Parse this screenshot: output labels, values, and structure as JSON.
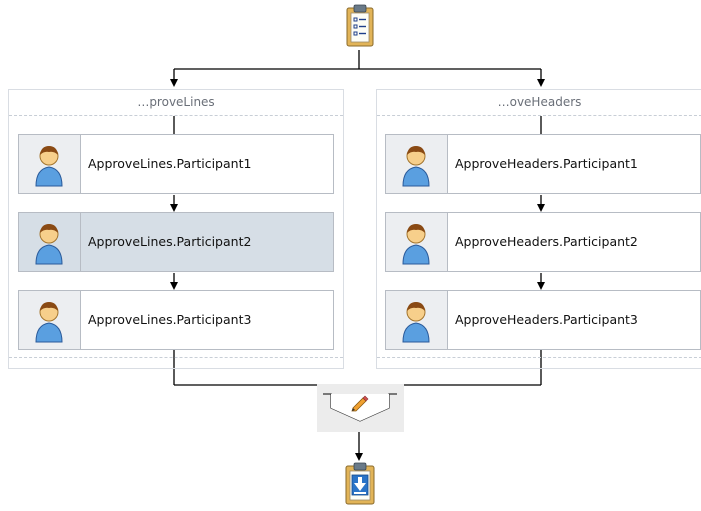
{
  "lanes": [
    {
      "header": "…proveLines",
      "participants": [
        {
          "label": "ApproveLines.Participant1",
          "selected": false
        },
        {
          "label": "ApproveLines.Participant2",
          "selected": true
        },
        {
          "label": "ApproveLines.Participant3",
          "selected": false
        }
      ]
    },
    {
      "header": "…oveHeaders",
      "participants": [
        {
          "label": "ApproveHeaders.Participant1",
          "selected": false
        },
        {
          "label": "ApproveHeaders.Participant2",
          "selected": false
        },
        {
          "label": "ApproveHeaders.Participant3",
          "selected": false
        }
      ]
    }
  ],
  "icons": {
    "start": "task-list-icon",
    "merge": "pencil-icon",
    "end": "task-download-icon",
    "participant": "user-icon"
  },
  "colors": {
    "selected_row": "#d6dee6",
    "icon_cell": "#eceef1",
    "border": "#b7bcc4"
  }
}
